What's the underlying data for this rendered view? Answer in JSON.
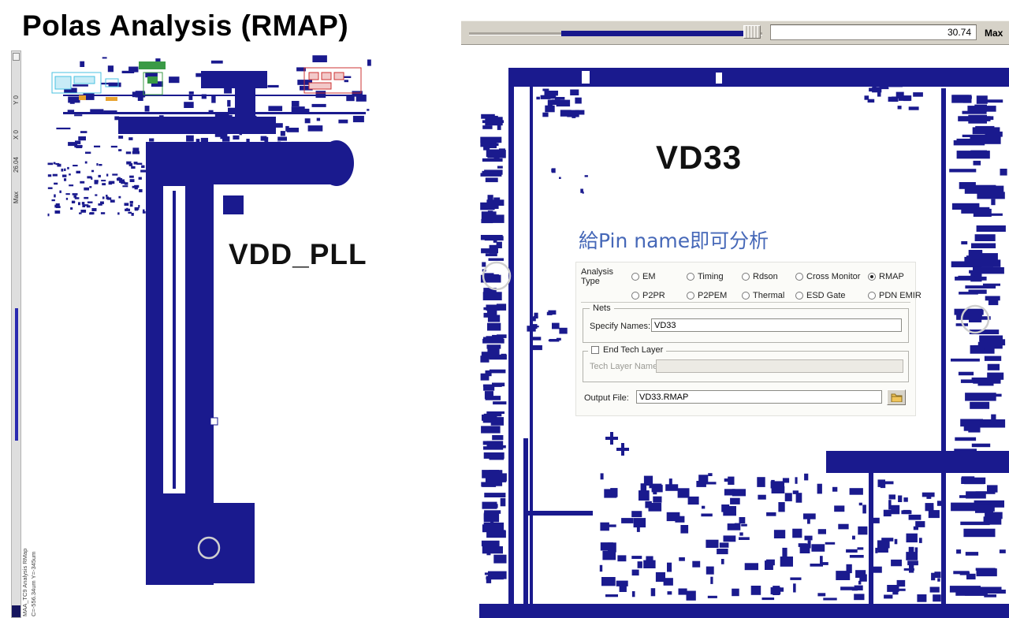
{
  "slide": {
    "title": "Polas Analysis (RMAP)"
  },
  "left_viewer": {
    "net_label": "VDD_PLL",
    "ruler": {
      "y_label": "Y 0",
      "x_label": "X 0",
      "value": "26.04",
      "max_label": "Max"
    },
    "status_line1": "MAA_TC9  Analysis RMap",
    "status_line2": "C=-556.34um  Y=-345um"
  },
  "right_viewer": {
    "net_label": "VD33",
    "hint_text": "給Pin name即可分析",
    "toolbar": {
      "value": "30.74",
      "max_label": "Max"
    },
    "dialog": {
      "analysis_type_label": "Analysis Type",
      "radios": [
        {
          "label": "EM",
          "selected": false
        },
        {
          "label": "Timing",
          "selected": false
        },
        {
          "label": "Rdson",
          "selected": false
        },
        {
          "label": "Cross Monitor",
          "selected": false
        },
        {
          "label": "RMAP",
          "selected": true
        },
        {
          "label": "P2PR",
          "selected": false
        },
        {
          "label": "P2PEM",
          "selected": false
        },
        {
          "label": "Thermal",
          "selected": false
        },
        {
          "label": "ESD Gate",
          "selected": false
        },
        {
          "label": "PDN EMIR",
          "selected": false
        }
      ],
      "nets": {
        "group_label": "Nets",
        "specify_names_label": "Specify Names:",
        "specify_names_value": "VD33"
      },
      "end_tech_layer": {
        "checkbox_label": "End Tech Layer",
        "checked": false,
        "tech_layer_name_label": "Tech Layer Name:",
        "tech_layer_name_value": ""
      },
      "output": {
        "label": "Output File:",
        "value": "VD33.RMAP"
      }
    }
  },
  "colors": {
    "metal_navy": "#1a1a8e",
    "hint_blue": "#4668b8",
    "toolbar_bg": "#d6d2c8",
    "slider_blue": "#17178c"
  }
}
